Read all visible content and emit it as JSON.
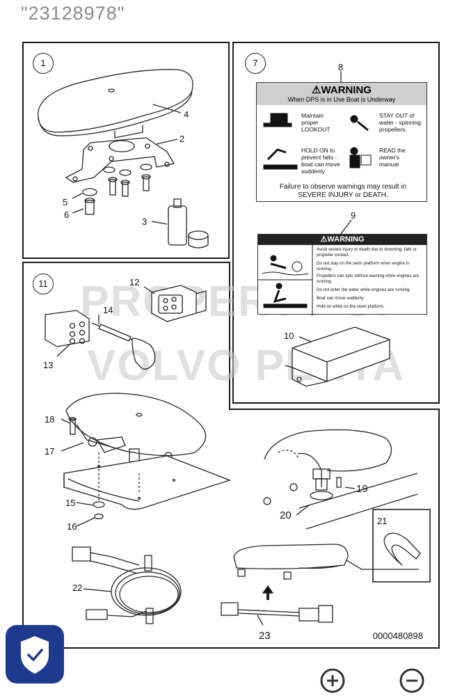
{
  "header": {
    "title": "\"23128978\""
  },
  "panels": {
    "p1": {
      "number": "1"
    },
    "p7": {
      "number": "7"
    },
    "p11": {
      "number": "11"
    }
  },
  "callouts": {
    "c2": "2",
    "c3": "3",
    "c4": "4",
    "c5": "5",
    "c6": "6",
    "c8": "8",
    "c9": "9",
    "c10": "10",
    "c12": "12",
    "c13": "13",
    "c14": "14",
    "c15": "15",
    "c16": "16",
    "c17": "17",
    "c18": "18",
    "c19": "19",
    "c20": "20",
    "c21": "21",
    "c22": "22",
    "c23": "23"
  },
  "warning_label_1": {
    "heading": "WARNING",
    "subheading": "When DPS is in Use Boat is Underway",
    "items": [
      "Maintain proper LOOKOUT",
      "STAY OUT of water - spinning propellers.",
      "HOLD ON to prevent falls - boat can move suddenly",
      "READ the owner's manual"
    ],
    "footer": "Failure to observe warnings may result in SEVERE INJURY or DEATH."
  },
  "warning_label_2": {
    "heading": "WARNING",
    "lines": [
      "Avoid severe injury or death due to drowning, falls or propeller contact.",
      "Do not stay on the swim platform when engine is running.",
      "Propellers can spin without warning while engines are running.",
      "Do not enter the water while engines are running.",
      "Boat can move suddenly.",
      "Hold on while on the swim platform."
    ]
  },
  "watermark": {
    "line1": "PROPERTY OF",
    "line2": "VOLVO PENTA"
  },
  "doc_number": "0000480898",
  "icons": [
    "shield-check-icon",
    "zoom-in-icon",
    "zoom-out-icon"
  ],
  "colors": {
    "accent": "#1d3a8f",
    "label_gray": "#cfcfcf"
  }
}
